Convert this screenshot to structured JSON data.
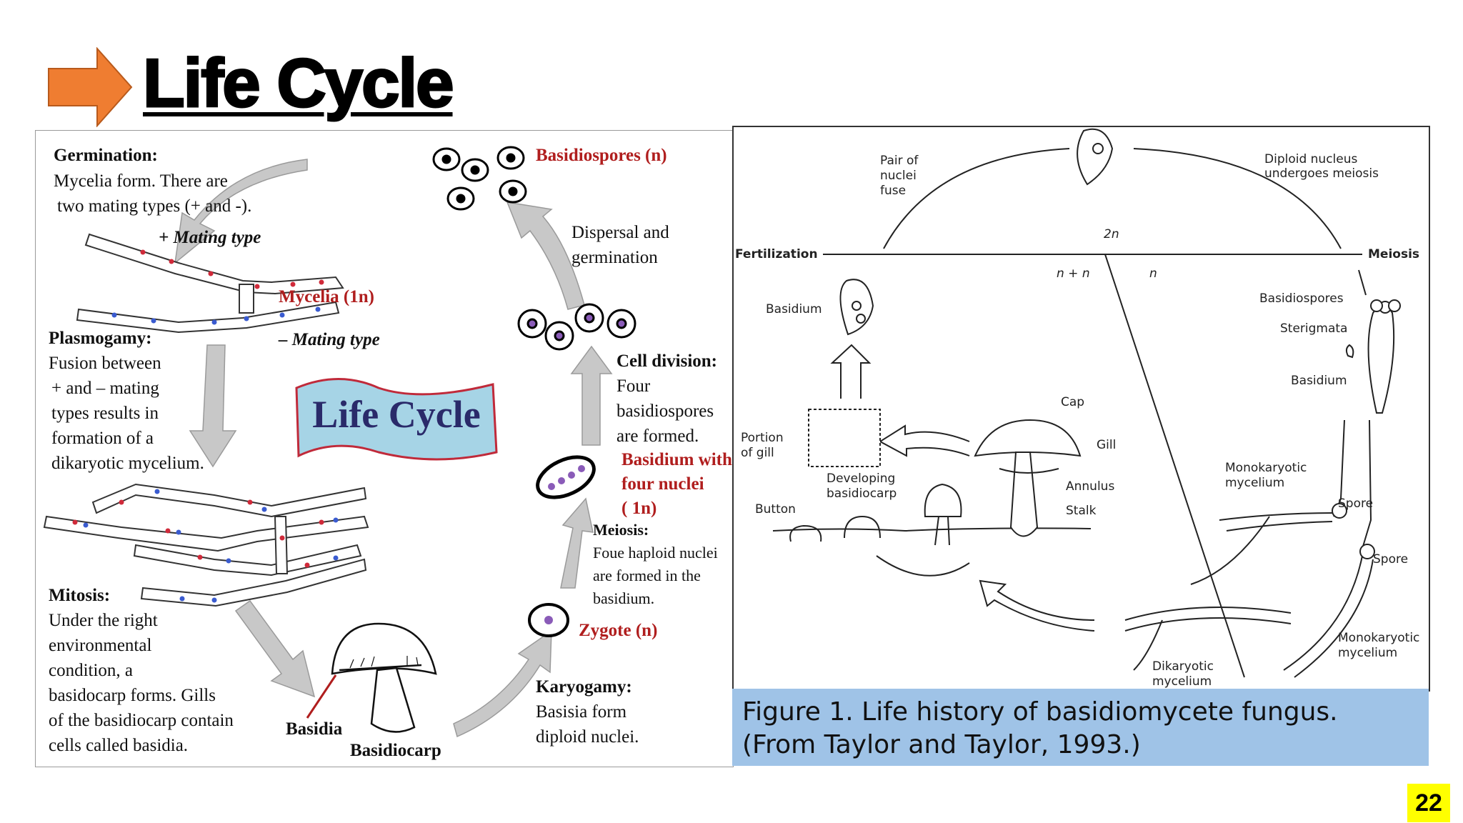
{
  "slide": {
    "title": "Life Cycle",
    "page_number": "22",
    "caption_line1": "Figure 1. Life history of basidiomycete fungus.",
    "caption_line2": "(From Taylor and Taylor, 1993.)"
  },
  "left_diagram": {
    "badge": "Life Cycle",
    "germination": {
      "title": "Germination:",
      "lines": [
        "Mycelia form. There are",
        "two mating types (+ and -)."
      ]
    },
    "plus_mating": "+ Mating type",
    "minus_mating": "– Mating type",
    "mycelia": "Mycelia (1n)",
    "basidiospores": "Basidiospores (n)",
    "dispersal": [
      "Dispersal and",
      "germination"
    ],
    "plasmogamy": {
      "title": "Plasmogamy:",
      "lines": [
        "Fusion between",
        "+ and – mating",
        "types results in",
        "formation of a",
        "dikaryotic mycelium."
      ]
    },
    "cell_division": {
      "title": "Cell division:",
      "lines": [
        "Four",
        "basidiospores",
        "are formed."
      ]
    },
    "basidium_four": [
      "Basidium with",
      "four nuclei",
      "( 1n)"
    ],
    "meiosis": {
      "title": "Meiosis:",
      "lines": [
        "Foue haploid nuclei",
        "are formed in the",
        "basidium."
      ]
    },
    "zygote": "Zygote (n)",
    "mitosis": {
      "title": "Mitosis:",
      "lines": [
        "Under the right",
        "environmental",
        "condition, a",
        "basidocarp forms. Gills",
        "of the basidiocarp contain",
        "cells called basidia."
      ]
    },
    "basidia": "Basidia",
    "basidiocarp": "Basidiocarp",
    "karyogamy": {
      "title": "Karyogamy:",
      "lines": [
        "Basisia form",
        "diploid nuclei."
      ]
    }
  },
  "right_diagram": {
    "pair_nuclei": [
      "Pair of",
      "nuclei",
      "fuse"
    ],
    "diploid": [
      "Diploid nucleus",
      "undergoes meiosis"
    ],
    "two_n": "2n",
    "fertilization": "Fertilization",
    "meiosis": "Meiosis",
    "n_plus_n": "n + n",
    "n": "n",
    "basidium_left": "Basidium",
    "basidiospores": "Basidiospores",
    "sterigmata": "Sterigmata",
    "basidium_right": "Basidium",
    "cap": "Cap",
    "gill": "Gill",
    "portion_gill": [
      "Portion",
      "of gill"
    ],
    "developing": [
      "Developing",
      "basidiocarp"
    ],
    "annulus": "Annulus",
    "button": "Button",
    "stalk": "Stalk",
    "monokaryotic_top": [
      "Monokaryotic",
      "mycelium"
    ],
    "spore_top": "Spore",
    "spore_bottom": "Spore",
    "monokaryotic_bottom": [
      "Monokaryotic",
      "mycelium"
    ],
    "dikaryotic": [
      "Dikaryotic",
      "mycelium"
    ]
  },
  "colors": {
    "arrow": "#ef7d31",
    "red_label": "#b01e1e",
    "caption_bg": "#9fc3e7",
    "page_badge": "#ffff00"
  }
}
